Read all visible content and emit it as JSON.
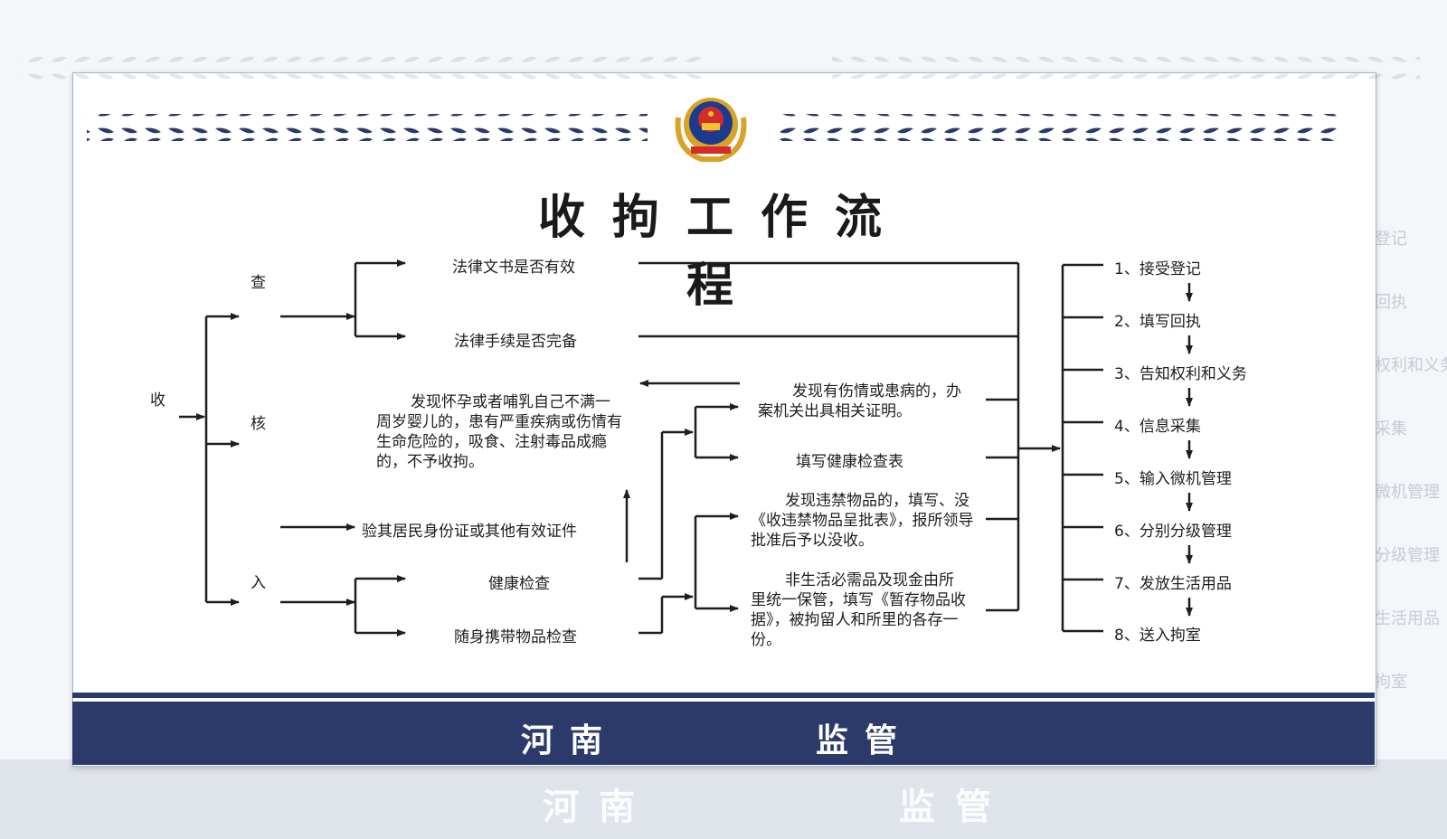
{
  "title": "收拘工作流程",
  "left_labels": {
    "shou": "收",
    "cha": "查",
    "he": "核",
    "ru": "入"
  },
  "checks": {
    "legal_doc": "法律文书是否有效",
    "legal_proc": "法律手续是否完备",
    "not_accept": "发现怀孕或者哺乳自己不满一周岁婴儿的，患有严重疾病或伤情有生命危险的，吸食、注射毒品成瘾的，不予收拘。",
    "id_check": "验其居民身份证或其他有效证件",
    "health_check": "健康检查",
    "belongings_check": "随身携带物品检查"
  },
  "middle": {
    "injury": "发现有伤情或患病的，办案机关出具相关证明。",
    "health_form": "填写健康检查表",
    "contraband": "发现违禁物品的，填写、没《收违禁物品呈批表》，报所领导批准后予以没收。",
    "custody": "非生活必需品及现金由所里统一保管，填写《暂存物品收据》，被拘留人和所里的各存一份。"
  },
  "steps": [
    "1、接受登记",
    "2、填写回执",
    "3、告知权利和义务",
    "4、信息采集",
    "5、输入微机管理",
    "6、分别分级管理",
    "7、发放生活用品",
    "8、送入拘室"
  ],
  "footer": {
    "left": "河南",
    "right": "监管"
  },
  "side_ghost": [
    "登记",
    "回执",
    "权利和义务",
    "采集",
    "微机管理",
    "分级管理",
    "生活用品",
    "拘室"
  ],
  "colors": {
    "navy": "#2b3a6b",
    "line": "#1e1e1e"
  }
}
